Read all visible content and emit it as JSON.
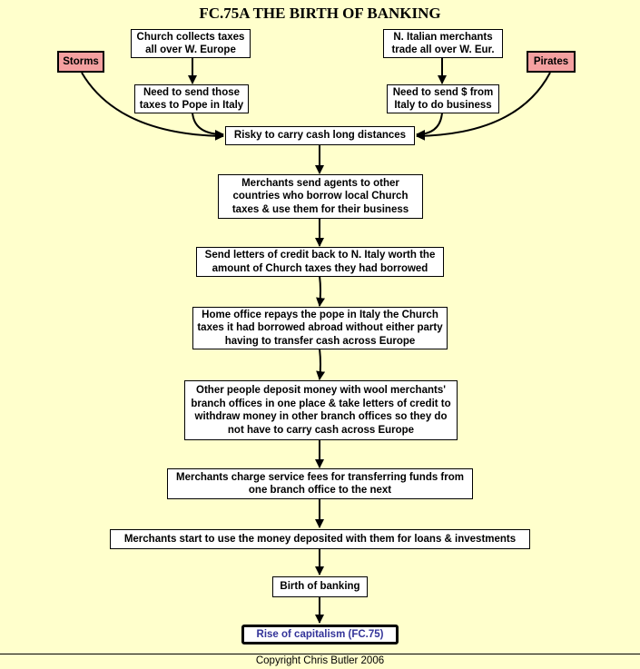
{
  "title": "FC.75A THE BIRTH OF BANKING",
  "nodes": {
    "church_taxes": "Church collects taxes all over W. Europe",
    "italian_merchants": "N. Italian merchants trade all over W. Eur.",
    "storms": "Storms",
    "pirates": "Pirates",
    "send_to_pope": "Need to send those taxes to Pope in Italy",
    "send_money_italy": "Need to send $ from Italy to do business",
    "risky": "Risky to carry cash long distances",
    "agents": "Merchants send agents to other countries who borrow local Church taxes & use them for their business",
    "letters": "Send letters of credit back to N. Italy worth the amount of Church taxes they had borrowed",
    "home_office": "Home office repays the pope in Italy the Church taxes it had borrowed abroad without either party having to transfer cash across Europe",
    "deposits": "Other people deposit money with wool merchants' branch offices in one place & take letters of credit to withdraw money in other branch offices so they do not have to carry cash across Europe",
    "fees": "Merchants charge service fees for transferring funds from one branch office to the next",
    "loans": "Merchants start to use the money deposited with them for loans & investments",
    "birth": "Birth of banking",
    "capitalism": "Rise of capitalism (FC.75)"
  },
  "footer": "Copyright Chris Butler 2006"
}
